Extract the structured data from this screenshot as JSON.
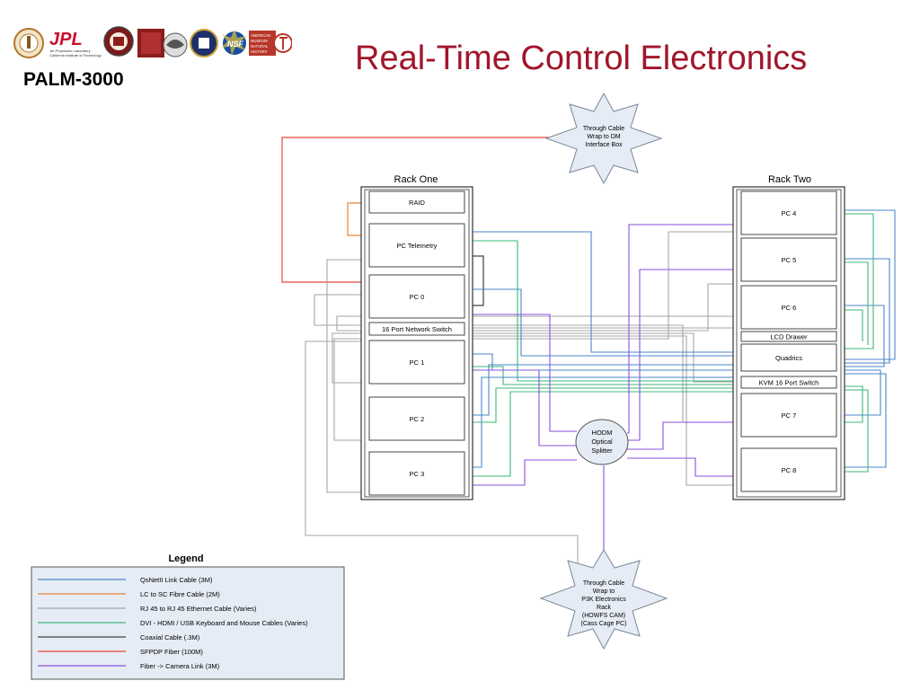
{
  "slide": {
    "title": "Real-Time Control Electronics",
    "brand": "PALM-3000",
    "logo_text": {
      "jpl": "JPL",
      "jpl_sub_1": "Jet Propulsion Laboratory",
      "jpl_sub_2": "California Institute of Technology",
      "nsf": "NSF",
      "museum": [
        "AMERICAN",
        "MUSEUM",
        "NATURAL",
        "HISTORY"
      ]
    }
  },
  "racks": {
    "rack_one": {
      "title": "Rack One",
      "units": [
        "RAID",
        "PC Telemetry",
        "PC 0",
        "16 Port Network Switch",
        "PC 1",
        "PC 2",
        "PC 3"
      ]
    },
    "rack_two": {
      "title": "Rack Two",
      "units": [
        "PC 4",
        "PC 5",
        "PC 6",
        "LCD Drawer",
        "Quadrics",
        "KVM 16 Port Switch",
        "PC 7",
        "PC 8"
      ]
    }
  },
  "splitter": [
    "HODM",
    "Optical",
    "Splitter"
  ],
  "star_top": [
    "Through Cable",
    "Wrap to DM",
    "Interface Box"
  ],
  "star_bottom": [
    "Through Cable",
    "Wrap to",
    "P3K Electronics",
    "Rack",
    "(HOWFS CAM)",
    "(Cass Cage PC)"
  ],
  "legend": {
    "title": "Legend",
    "items": [
      {
        "label": "QsNetII Link Cable (3M)",
        "color": "#4a86c8"
      },
      {
        "label": "LC to SC Fibre Cable (2M)",
        "color": "#e8843a"
      },
      {
        "label": "RJ 45 to RJ 45 Ethernet Cable (Varies)",
        "color": "#a6a6a6"
      },
      {
        "label": "DVI - HDMI / USB Keyboard and Mouse Cables (Varies)",
        "color": "#3cb878"
      },
      {
        "label": "Coaxial Cable (.3M)",
        "color": "#404040"
      },
      {
        "label": "SFPDP Fiber (100M)",
        "color": "#e8463a"
      },
      {
        "label": "Fiber -> Camera Link (3M)",
        "color": "#8a4fe0"
      }
    ]
  }
}
